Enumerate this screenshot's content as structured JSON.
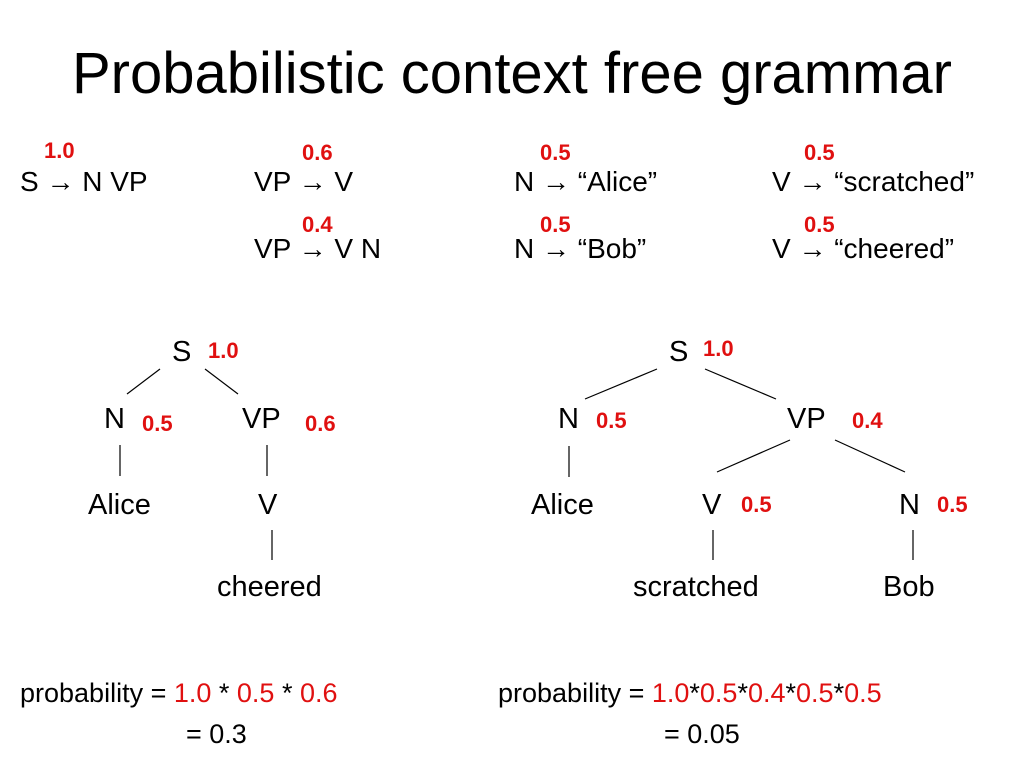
{
  "title": "Probabilistic context free grammar",
  "grammar": {
    "rules": [
      {
        "text": "S → N VP",
        "prob": "1.0"
      },
      {
        "text": "VP → V",
        "prob": "0.6"
      },
      {
        "text": "VP → V N",
        "prob": "0.4"
      },
      {
        "text": "N → “Alice”",
        "prob": "0.5"
      },
      {
        "text": "N → “Bob”",
        "prob": "0.5"
      },
      {
        "text": "V → “scratched”",
        "prob": "0.5"
      },
      {
        "text": "V → “cheered”",
        "prob": "0.5"
      }
    ]
  },
  "tree1": {
    "nodes": {
      "s": {
        "label": "S",
        "prob": "1.0"
      },
      "n": {
        "label": "N",
        "prob": "0.5"
      },
      "vp": {
        "label": "VP",
        "prob": "0.6"
      },
      "alice": {
        "label": "Alice"
      },
      "v": {
        "label": "V"
      },
      "cheered": {
        "label": "cheered"
      }
    },
    "formula": {
      "prefix": "probability = ",
      "factors": [
        "1.0",
        "0.5",
        "0.6"
      ],
      "sep": " * ",
      "result": "= 0.3"
    }
  },
  "tree2": {
    "nodes": {
      "s": {
        "label": "S",
        "prob": "1.0"
      },
      "n": {
        "label": "N",
        "prob": "0.5"
      },
      "vp": {
        "label": "VP",
        "prob": "0.4"
      },
      "alice": {
        "label": "Alice"
      },
      "v": {
        "label": "V",
        "prob": "0.5"
      },
      "n2": {
        "label": "N",
        "prob": "0.5"
      },
      "scratched": {
        "label": "scratched"
      },
      "bob": {
        "label": "Bob"
      }
    },
    "formula": {
      "prefix": "probability = ",
      "factors": [
        "1.0",
        "0.5",
        "0.4",
        "0.5",
        "0.5"
      ],
      "sep": "*",
      "result": "= 0.05"
    }
  },
  "colors": {
    "probability": "#e01010",
    "text": "#000000"
  }
}
